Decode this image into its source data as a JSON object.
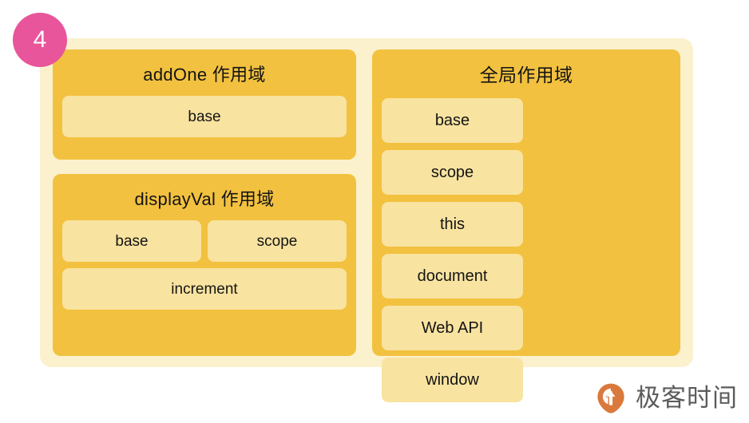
{
  "badge": {
    "number": "4",
    "color": "#E8559A"
  },
  "colors": {
    "card_background": "#FBF1CD",
    "panel": "#F2C13F",
    "chip": "#F8E3A0",
    "text": "#141414",
    "brand_orange": "#D9793C",
    "brand_gray": "#5B5B5B"
  },
  "diagram": {
    "left_column": [
      {
        "name": "addone-scope",
        "title": "addOne 作用域",
        "rows": [
          [
            {
              "label": "base",
              "width": "full"
            }
          ]
        ]
      },
      {
        "name": "displayval-scope",
        "title": "displayVal 作用域",
        "rows": [
          [
            {
              "label": "base",
              "width": "half"
            },
            {
              "label": "scope",
              "width": "half"
            }
          ],
          [
            {
              "label": "increment",
              "width": "full"
            }
          ]
        ]
      }
    ],
    "right_column": [
      {
        "name": "global-scope",
        "title": "全局作用域",
        "rows": [
          [
            {
              "label": "base",
              "width": "half"
            },
            {
              "label": "scope",
              "width": "half"
            }
          ],
          [
            {
              "label": "this",
              "width": "half"
            },
            {
              "label": "document",
              "width": "half"
            }
          ],
          [
            {
              "label": "Web API",
              "width": "half"
            },
            {
              "label": "window",
              "width": "half"
            }
          ]
        ]
      }
    ]
  },
  "brand": {
    "icon": "geektime-pin-icon",
    "text": "极客时间"
  }
}
